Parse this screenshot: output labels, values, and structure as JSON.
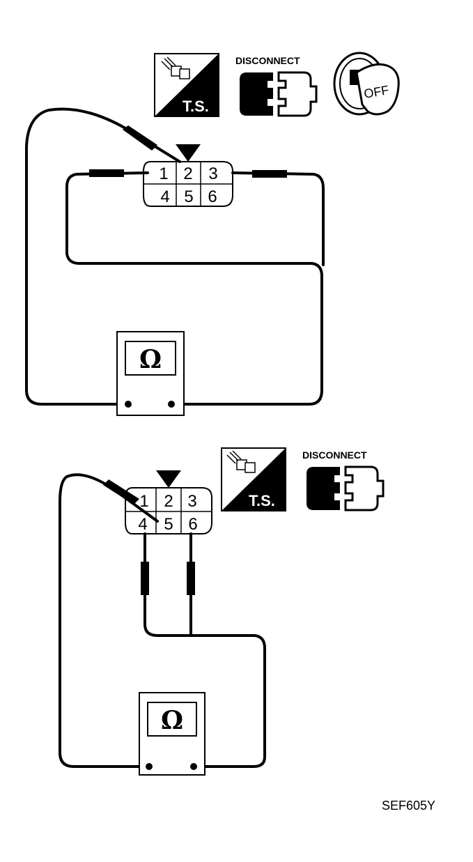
{
  "top_diagram": {
    "ts_label": "T.S.",
    "disconnect_label": "DISCONNECT",
    "ignition_label": "OFF",
    "connector_pins": [
      "1",
      "2",
      "3",
      "4",
      "5",
      "6"
    ],
    "meter_symbol": "Ω"
  },
  "bottom_diagram": {
    "ts_label": "T.S.",
    "disconnect_label": "DISCONNECT",
    "connector_pins": [
      "1",
      "2",
      "3",
      "4",
      "5",
      "6"
    ],
    "meter_symbol": "Ω"
  },
  "figure_code": "SEF605Y",
  "colors": {
    "ink": "#000000",
    "paper": "#ffffff"
  },
  "icons": [
    "harness-ts-icon",
    "disconnect-connector-icon",
    "ignition-key-off-icon",
    "ohmmeter-icon"
  ]
}
